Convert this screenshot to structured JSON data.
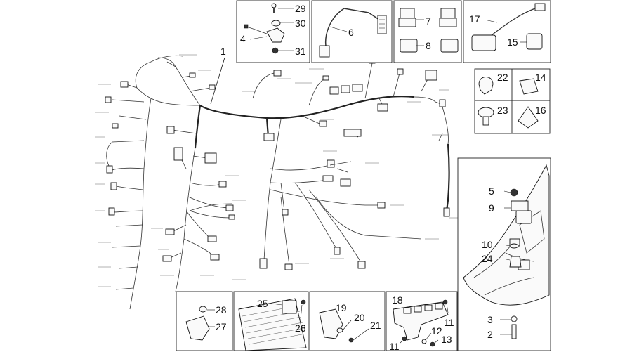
{
  "diagram": {
    "main_callout": "1",
    "part_numbers": {
      "p2": "2",
      "p3": "3",
      "p4": "4",
      "p5": "5",
      "p6": "6",
      "p7": "7",
      "p8": "8",
      "p9": "9",
      "p10": "10",
      "p11a": "11",
      "p11b": "11",
      "p12": "12",
      "p13": "13",
      "p14": "14",
      "p15": "15",
      "p16": "16",
      "p17": "17",
      "p18": "18",
      "p19": "19",
      "p20": "20",
      "p21": "21",
      "p22": "22",
      "p23": "23",
      "p24": "24",
      "p25": "25",
      "p26": "26",
      "p27": "27",
      "p28": "28",
      "p29": "29",
      "p30": "30",
      "p31": "31"
    }
  }
}
